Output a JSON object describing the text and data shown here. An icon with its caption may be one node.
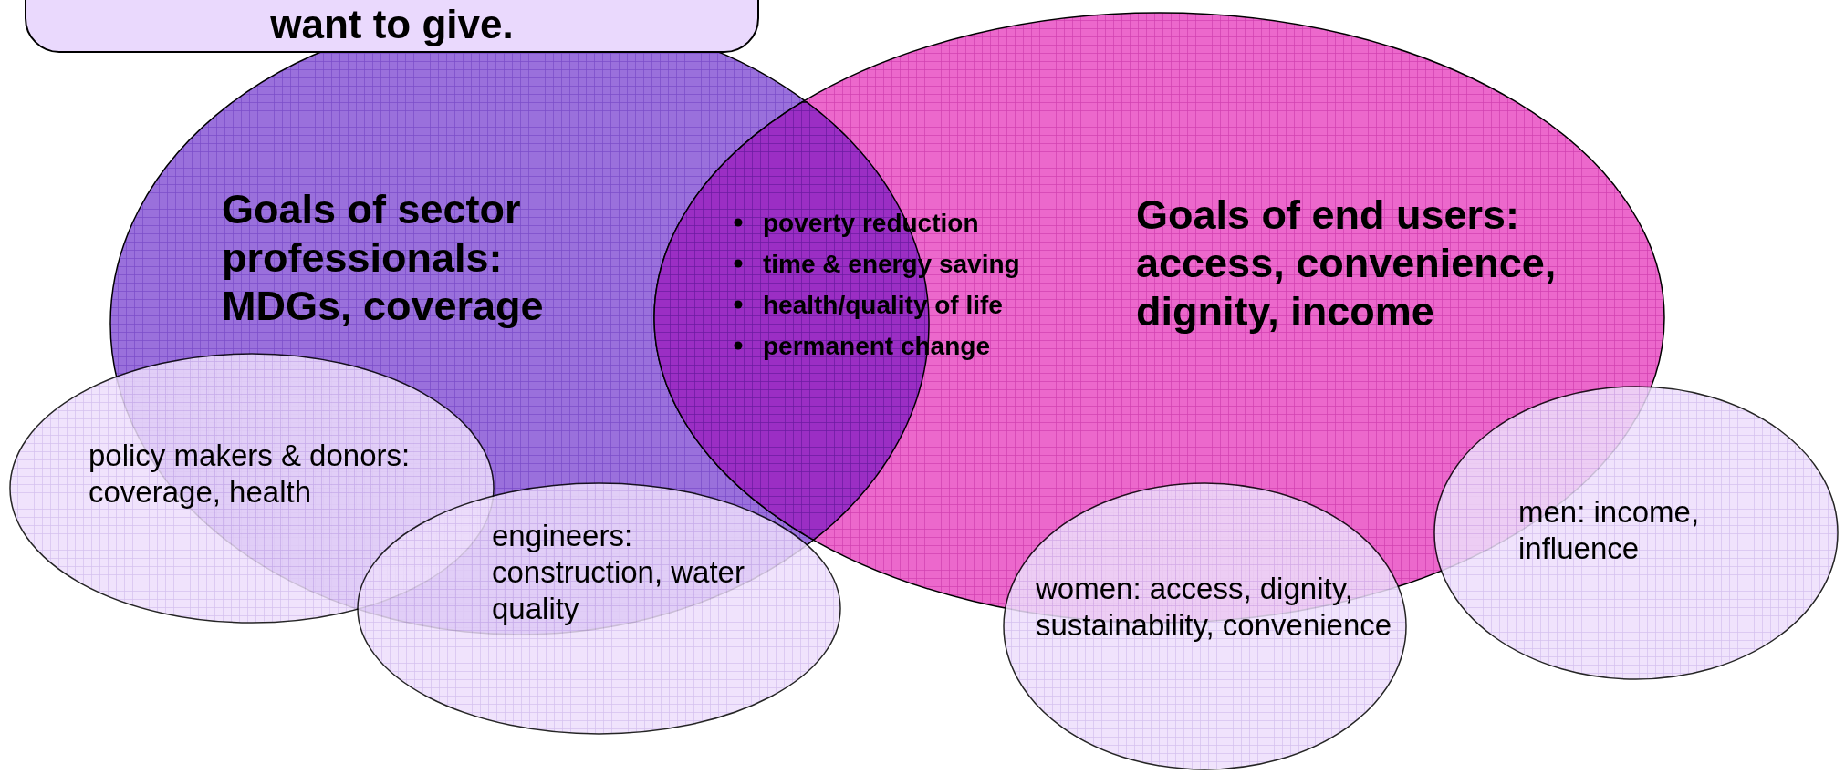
{
  "diagram": {
    "nodes": [
      {
        "text": [
          "want to give."
        ]
      },
      {
        "text": [
          "Goals of sector professionals: MDGs, coverage"
        ]
      },
      {
        "text": [
          "Goals of end users: access, convenience, dignity, income"
        ]
      },
      {
        "text": [
          "poverty reduction",
          "time & energy saving",
          "health/quality of life",
          "permanent change"
        ]
      },
      {
        "text": [
          "policy makers & donors: coverage, health"
        ]
      },
      {
        "text": [
          "engineers: construction, water quality"
        ]
      },
      {
        "text": [
          "women: access, dignity, sustainability, convenience"
        ]
      },
      {
        "text": [
          "men: income, influence"
        ]
      }
    ],
    "edges": []
  }
}
